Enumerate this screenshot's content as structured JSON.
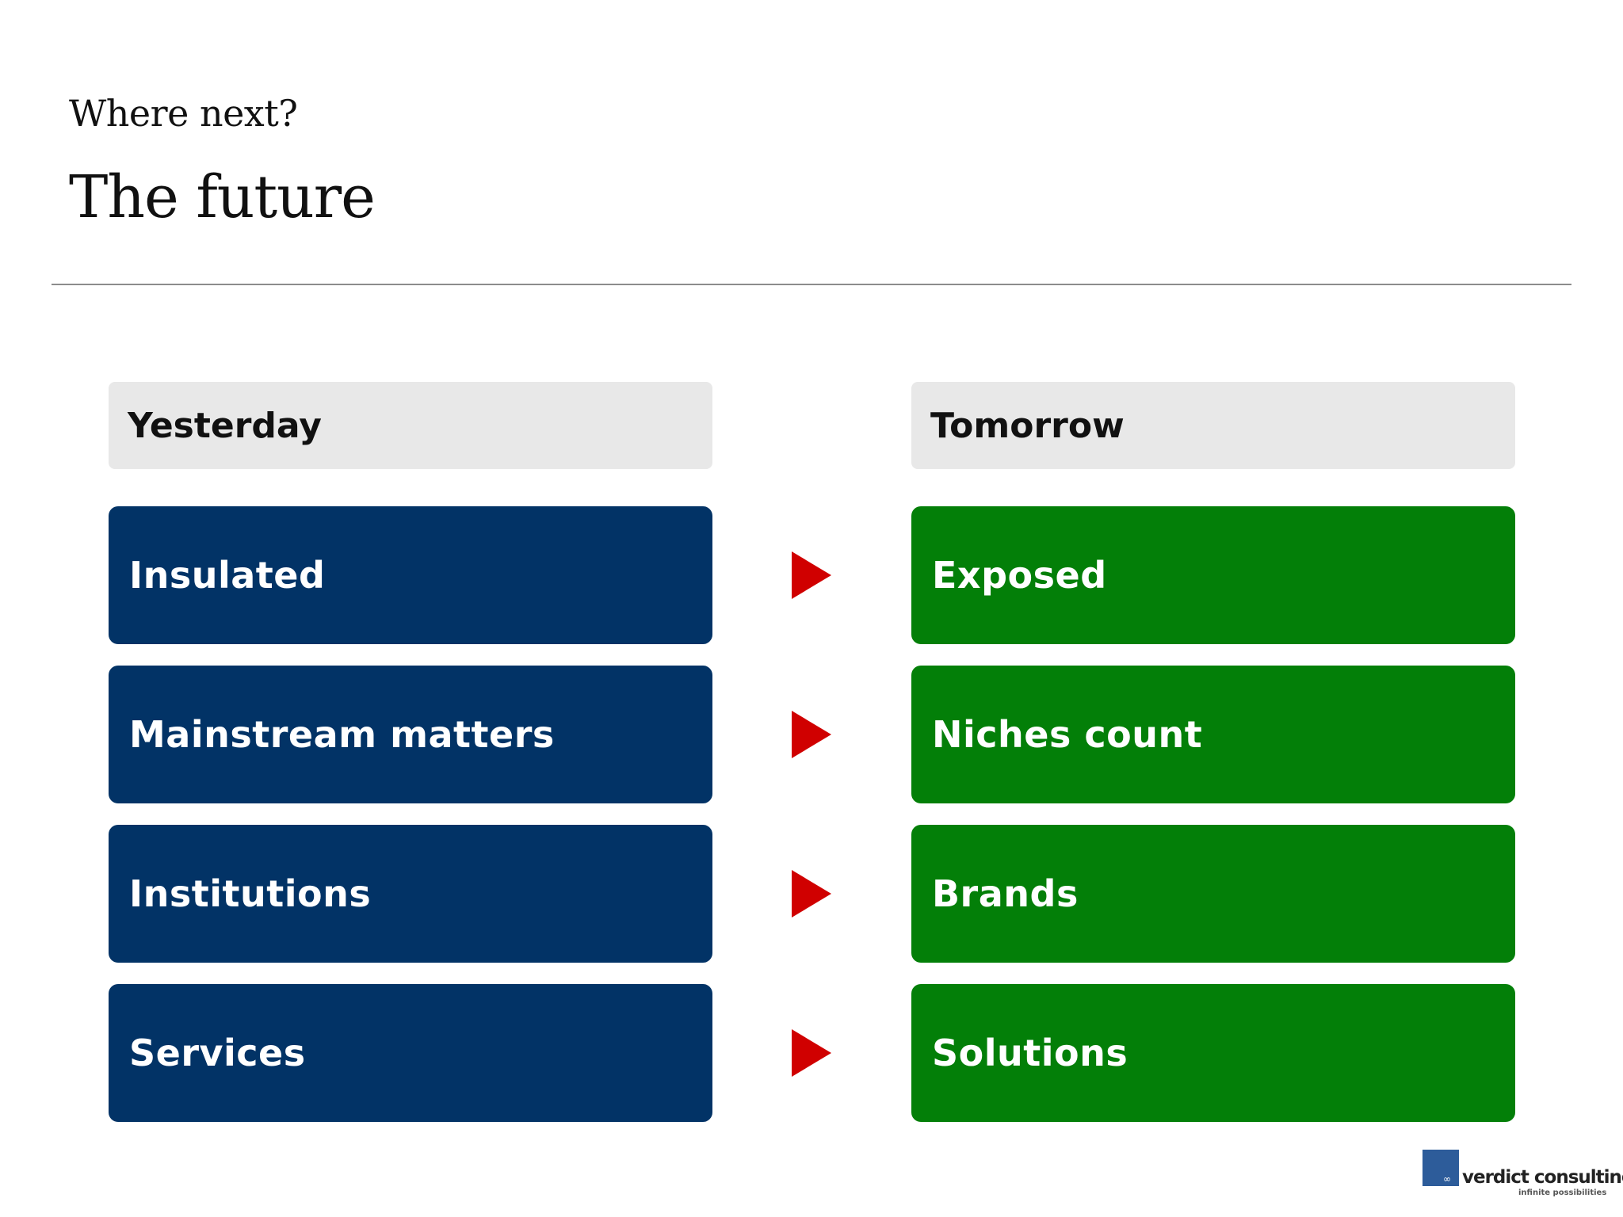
{
  "slide": {
    "subtitle": "Where next?",
    "title": "The future"
  },
  "columns": {
    "left_header": "Yesterday",
    "right_header": "Tomorrow"
  },
  "rows": [
    {
      "from": "Insulated",
      "to": "Exposed"
    },
    {
      "from": "Mainstream matters",
      "to": "Niches count"
    },
    {
      "from": "Institutions",
      "to": "Brands"
    },
    {
      "from": "Services",
      "to": "Solutions"
    }
  ],
  "colors": {
    "yesterday_box": "#023366",
    "tomorrow_box": "#037f08",
    "arrow": "#d00000",
    "header_bg": "#e8e8e8"
  },
  "logo": {
    "name": "verdict consulting",
    "tagline": "infinite possibilities",
    "icon": "infinity-icon"
  }
}
